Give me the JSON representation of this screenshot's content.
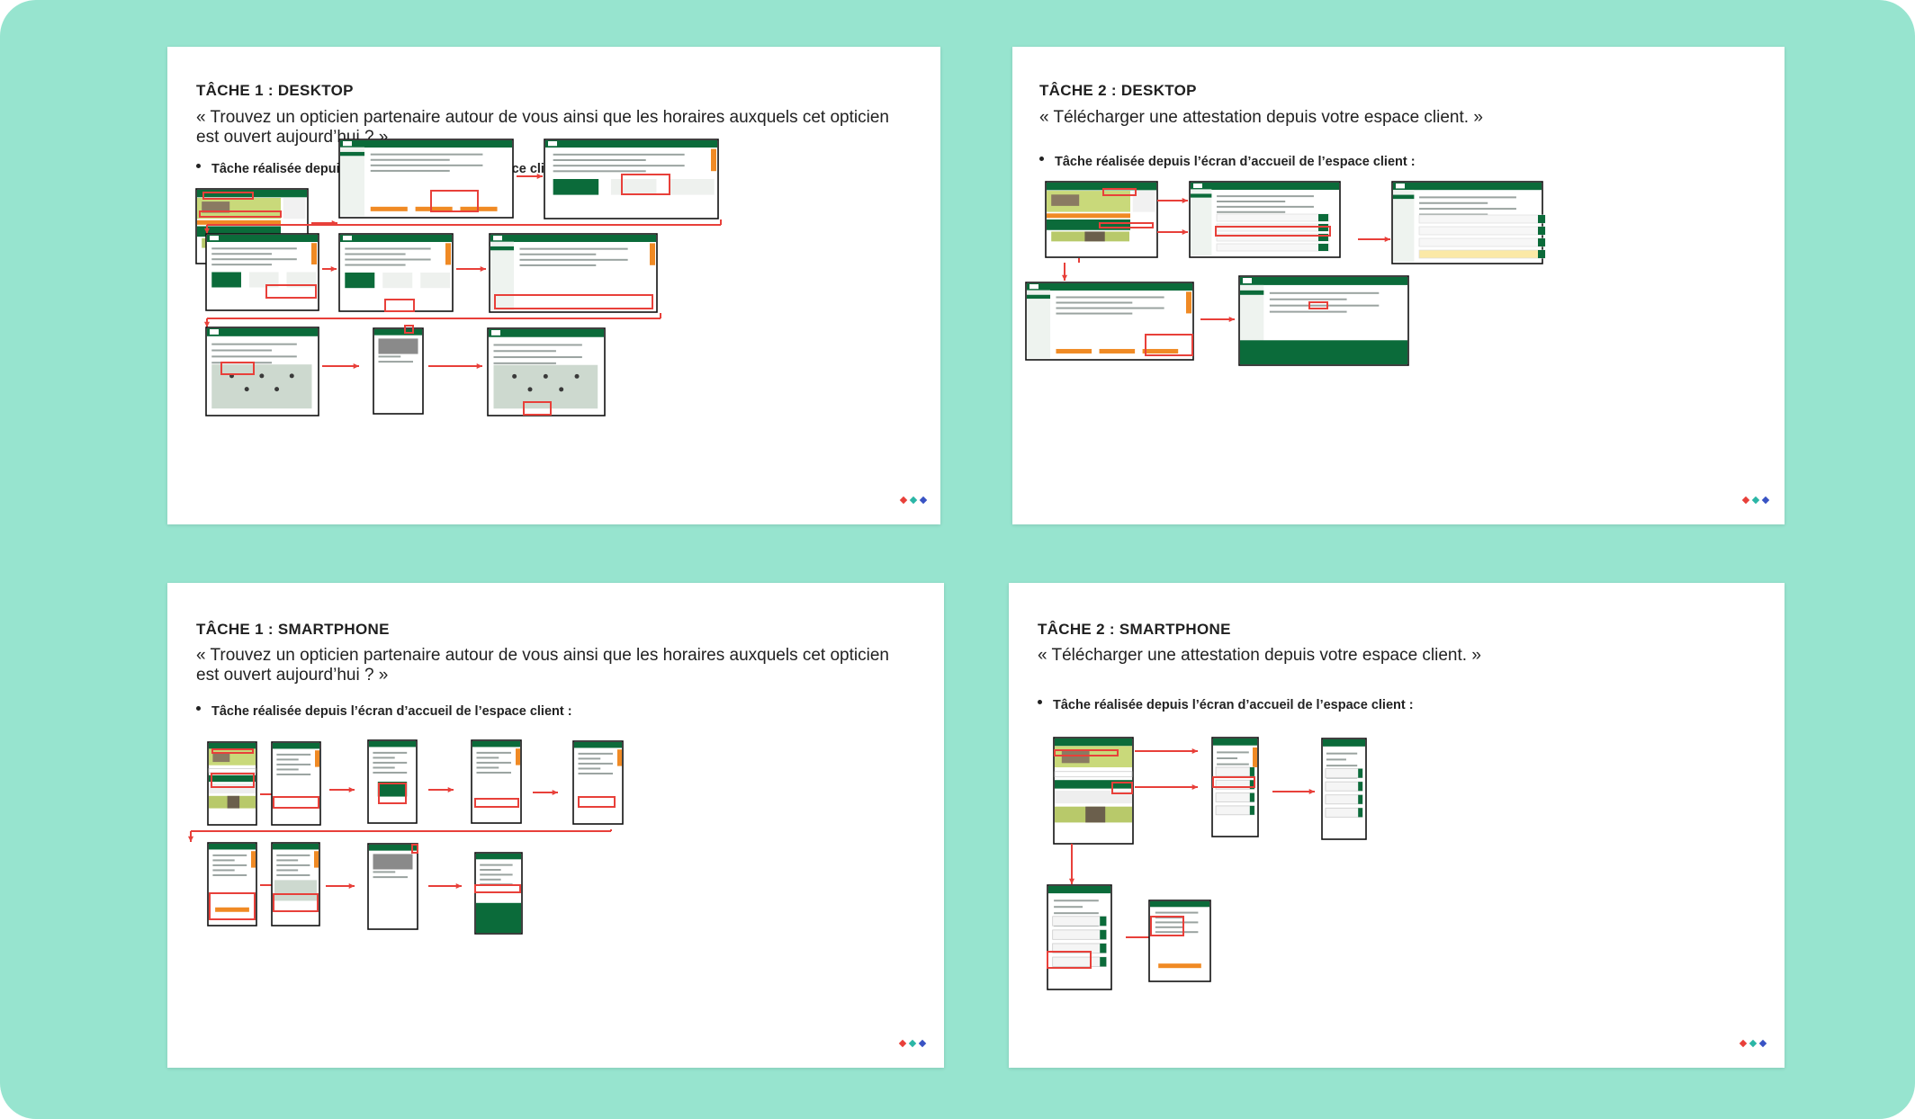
{
  "slides": [
    {
      "title": "TÂCHE 1 : DESKTOP",
      "quote": "« Trouvez un opticien partenaire autour de vous ainsi que les horaires auxquels cet opticien est ouvert aujourd’hui ? »",
      "bullet": "Tâche réalisée depuis l’écran d’accueil de l’espace client :"
    },
    {
      "title": "TÂCHE 2 : DESKTOP",
      "quote": "« Télécharger une attestation depuis votre espace client. »",
      "bullet": "Tâche réalisée depuis l’écran d’accueil de l’espace client :"
    },
    {
      "title": "TÂCHE 1 : SMARTPHONE",
      "quote": "« Trouvez un opticien partenaire autour de vous ainsi que les horaires auxquels cet opticien est ouvert aujourd’hui ? »",
      "bullet": "Tâche réalisée depuis l’écran d’accueil de l’espace client :"
    },
    {
      "title": "TÂCHE 2 : SMARTPHONE",
      "quote": "« Télécharger une attestation depuis votre espace client. »",
      "bullet": "Tâche réalisée depuis l’écran d’accueil de l’espace client :"
    }
  ],
  "colors": {
    "background": "#97e4cf",
    "brand_green": "#0b6b3a",
    "highlight_red": "#e8403a",
    "accent_orange": "#f08a24",
    "dot_red": "#e8403a",
    "dot_teal": "#2bb6a6",
    "dot_blue": "#3953c4"
  }
}
